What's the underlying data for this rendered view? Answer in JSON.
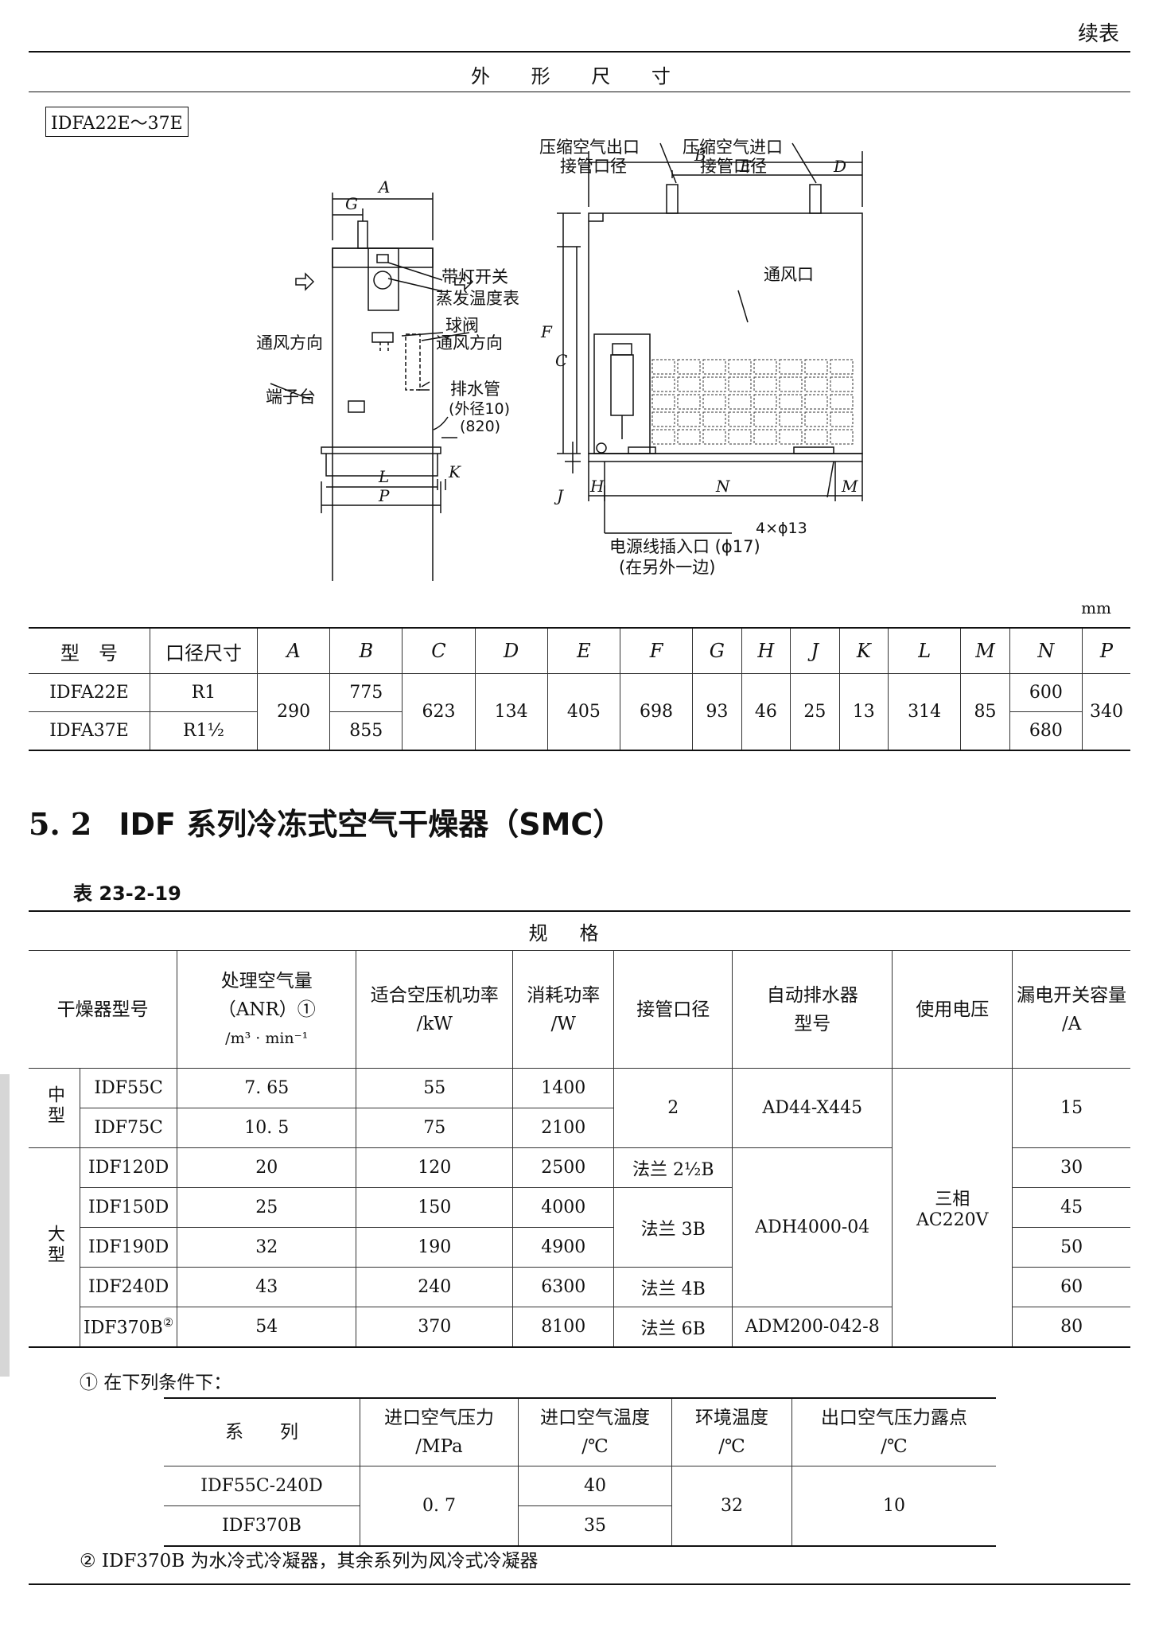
{
  "header": {
    "continued": "续表"
  },
  "dimension_caption": "外 形 尺 寸",
  "model_range": "IDFA22E～37E",
  "diagram": {
    "switch": "带灯开关",
    "thermometer": "蒸发温度表",
    "ball_valve": "球阀",
    "vent_dir_left": "通风方向",
    "vent_dir_right": "通风方向",
    "terminal": "端子台",
    "drain_pipe": "排水管",
    "drain_od": "(外径10)",
    "drain_len": "(820)",
    "outlet_l1": "压缩空气出口",
    "outlet_l2": "接管口径",
    "inlet_l1": "压缩空气进口",
    "inlet_l2": "接管口径",
    "vent": "通风口",
    "holes": "4×ϕ13",
    "power_l1": "电源线插入口 (ϕ17)",
    "power_l2": "(在另外一边)",
    "dims": {
      "A": "A",
      "G": "G",
      "L": "L",
      "P": "P",
      "K": "K",
      "B": "B",
      "E": "E",
      "D": "D",
      "F": "F",
      "C": "C",
      "J": "J",
      "H": "H",
      "N": "N",
      "M": "M"
    }
  },
  "unit": "mm",
  "table1": {
    "headers": [
      "型　号",
      "口径尺寸",
      "A",
      "B",
      "C",
      "D",
      "E",
      "F",
      "G",
      "H",
      "J",
      "K",
      "L",
      "M",
      "N",
      "P"
    ],
    "r1": {
      "model": "IDFA22E",
      "port": "R1",
      "B": "775",
      "N": "600"
    },
    "r2": {
      "model": "IDFA37E",
      "port": "R1½",
      "B": "855",
      "N": "680"
    },
    "shared": {
      "A": "290",
      "C": "623",
      "D": "134",
      "E": "405",
      "F": "698",
      "G": "93",
      "H": "46",
      "J": "25",
      "K": "13",
      "L": "314",
      "M": "85",
      "P": "340"
    }
  },
  "section": {
    "number": "5. 2",
    "title": "IDF 系列冷冻式空气干燥器（SMC）"
  },
  "table_label": "表 23-2-19",
  "table2": {
    "caption": "规格",
    "headers": {
      "model": "干燥器型号",
      "flow_l1": "处理空气量",
      "flow_l2": "（ANR）①",
      "flow_l3": "/m³ · min⁻¹",
      "comp_l1": "适合空压机功率",
      "comp_l2": "/kW",
      "pow_l1": "消耗功率",
      "pow_l2": "/W",
      "pipe": "接管口径",
      "drain_l1": "自动排水器",
      "drain_l2": "型号",
      "volt": "使用电压",
      "leak_l1": "漏电开关容量",
      "leak_l2": "/A"
    },
    "group_mid": "中型",
    "group_large": "大型",
    "rows": [
      {
        "model": "IDF55C",
        "flow": "7. 65",
        "comp": "55",
        "power": "1400"
      },
      {
        "model": "IDF75C",
        "flow": "10. 5",
        "comp": "75",
        "power": "2100"
      },
      {
        "model": "IDF120D",
        "flow": "20",
        "comp": "120",
        "power": "2500",
        "pipe": "法兰 2½B",
        "leak": "30"
      },
      {
        "model": "IDF150D",
        "flow": "25",
        "comp": "150",
        "power": "4000",
        "leak": "45"
      },
      {
        "model": "IDF190D",
        "flow": "32",
        "comp": "190",
        "power": "4900",
        "leak": "50"
      },
      {
        "model": "IDF240D",
        "flow": "43",
        "comp": "240",
        "power": "6300",
        "pipe": "法兰 4B",
        "leak": "60"
      },
      {
        "model": "IDF370B",
        "model_sup": "②",
        "flow": "54",
        "comp": "370",
        "power": "8100",
        "pipe": "法兰 6B",
        "drain": "ADM200-042-8",
        "leak": "80"
      }
    ],
    "mid_pipe": "2",
    "mid_drain": "AD44-X445",
    "mid_leak": "15",
    "pipe_3b": "法兰 3B",
    "large_drain": "ADH4000-04",
    "volt_l1": "三相",
    "volt_l2": "AC220V"
  },
  "note1": "① 在下列条件下：",
  "table3": {
    "h_series": "系　　列",
    "h_press_l1": "进口空气压力",
    "h_press_l2": "/MPa",
    "h_temp_l1": "进口空气温度",
    "h_temp_l2": "/℃",
    "h_amb_l1": "环境温度",
    "h_amb_l2": "/℃",
    "h_dew_l1": "出口空气压力露点",
    "h_dew_l2": "/℃",
    "r1_series": "IDF55C-240D",
    "r2_series": "IDF370B",
    "press": "0. 7",
    "r1_temp": "40",
    "r2_temp": "35",
    "amb": "32",
    "dew": "10"
  },
  "note2": "② IDF370B 为水冷式冷凝器，其余系列为风冷式冷凝器"
}
